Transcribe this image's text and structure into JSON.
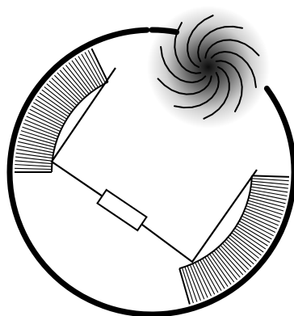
{
  "diagram": {
    "colors": {
      "background": "#ffffff",
      "ink": "#000000",
      "haze": "#000000"
    },
    "components": [
      {
        "id": "outer-ring",
        "kind": "broken circular loop"
      },
      {
        "id": "hatched-band-left",
        "kind": "hatched arc segment"
      },
      {
        "id": "hatched-band-right",
        "kind": "hatched arc segment"
      },
      {
        "id": "inner-path",
        "kind": "bent line"
      },
      {
        "id": "resistor",
        "kind": "rectangle"
      },
      {
        "id": "vortex",
        "kind": "swirl with dark haze"
      }
    ]
  }
}
